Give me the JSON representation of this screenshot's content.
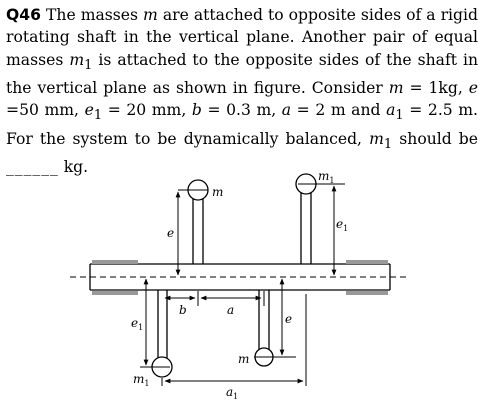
{
  "question": {
    "number": "Q46",
    "text_1": "The masses ",
    "sym_m1": "m",
    "text_2": " are attached to opposite sides of a rigid rotating shaft in the vertical plane. Another pair of equal masses ",
    "sym_m2": "m",
    "sub_1": "1",
    "text_3": " is attached to the opposite sides of the shaft in the vertical plane as shown in figure. Consider ",
    "sym_m3": "m",
    "text_4": " = 1kg, ",
    "sym_e": "e",
    "text_5": " =50 mm, ",
    "sym_e1": "e",
    "sub_2": "1",
    "text_6": " = 20 mm, ",
    "sym_b": "b",
    "text_7": " = 0.3 m, ",
    "sym_a": "a",
    "text_8": " = 2 m and ",
    "sym_a1": "a",
    "sub_3": "1",
    "text_9": " = 2.5 m. For the system to be dynamically balanced, ",
    "sym_m4": "m",
    "sub_4": "1",
    "text_10": " should be ",
    "blank": "______",
    "text_11": " kg."
  },
  "diagram": {
    "label_m_top": "m",
    "label_m1_top": "m",
    "label_m1_top_sub": "1",
    "label_e_top": "e",
    "label_e1_right": "e",
    "label_e1_right_sub": "1",
    "label_e1_left": "e",
    "label_e1_left_sub": "1",
    "label_b": "b",
    "label_a": "a",
    "label_e_bottom": "e",
    "label_m_bottom": "m",
    "label_m1_bottom": "m",
    "label_m1_bottom_sub": "1",
    "label_a1": "a",
    "label_a1_sub": "1"
  }
}
